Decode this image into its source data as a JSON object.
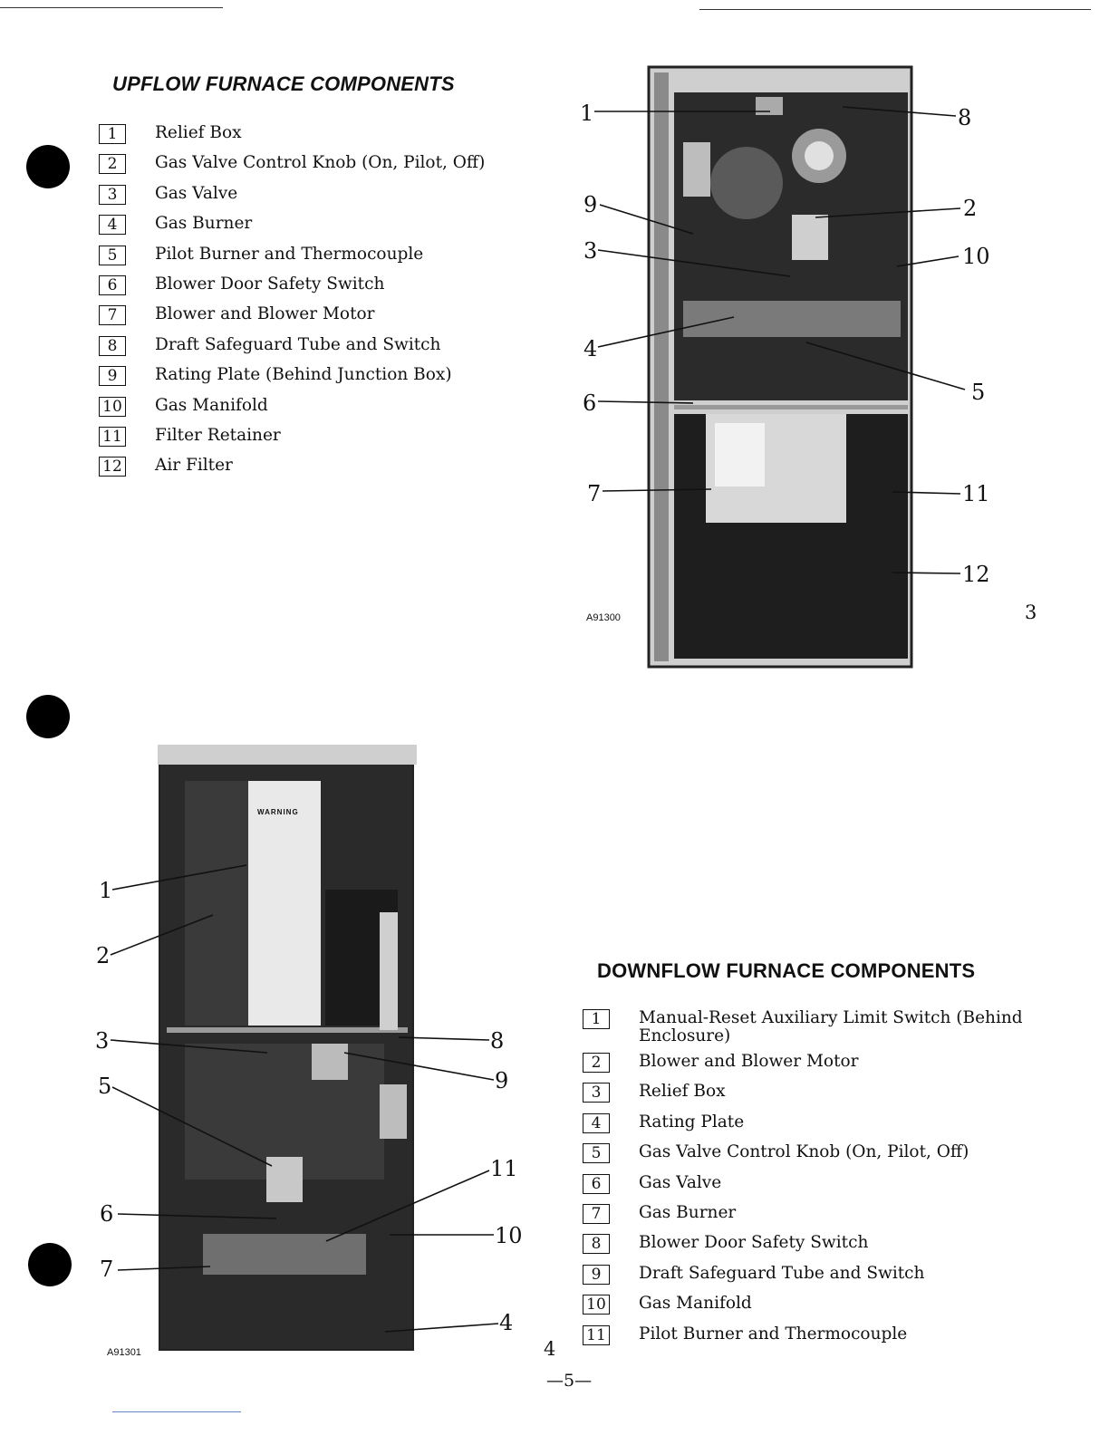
{
  "upflow": {
    "title": "UPFLOW FURNACE COMPONENTS",
    "items": [
      {
        "num": "1",
        "label": "Relief Box"
      },
      {
        "num": "2",
        "label": "Gas Valve Control Knob (On, Pilot, Off)"
      },
      {
        "num": "3",
        "label": "Gas Valve"
      },
      {
        "num": "4",
        "label": "Gas Burner"
      },
      {
        "num": "5",
        "label": "Pilot Burner and Thermocouple"
      },
      {
        "num": "6",
        "label": "Blower Door Safety Switch"
      },
      {
        "num": "7",
        "label": "Blower and Blower Motor"
      },
      {
        "num": "8",
        "label": "Draft Safeguard Tube and Switch"
      },
      {
        "num": "9",
        "label": "Rating Plate (Behind Junction Box)"
      },
      {
        "num": "10",
        "label": "Gas Manifold"
      },
      {
        "num": "11",
        "label": "Filter Retainer"
      },
      {
        "num": "12",
        "label": "Air Filter"
      }
    ],
    "figure_code": "A91300",
    "figure_number": "3"
  },
  "downflow": {
    "title": "DOWNFLOW FURNACE COMPONENTS",
    "items": [
      {
        "num": "1",
        "label": "Manual-Reset Auxiliary Limit Switch (Behind Enclosure)"
      },
      {
        "num": "2",
        "label": "Blower and Blower Motor"
      },
      {
        "num": "3",
        "label": "Relief Box"
      },
      {
        "num": "4",
        "label": "Rating Plate"
      },
      {
        "num": "5",
        "label": "Gas Valve Control Knob (On, Pilot, Off)"
      },
      {
        "num": "6",
        "label": "Gas Valve"
      },
      {
        "num": "7",
        "label": "Gas Burner"
      },
      {
        "num": "8",
        "label": "Blower Door Safety Switch"
      },
      {
        "num": "9",
        "label": "Draft Safeguard Tube and Switch"
      },
      {
        "num": "10",
        "label": "Gas Manifold"
      },
      {
        "num": "11",
        "label": "Pilot Burner and Thermocouple"
      }
    ],
    "figure_code": "A91301",
    "figure_number": "4",
    "warning_label": "WARNING"
  },
  "upflow_callouts": [
    "1",
    "8",
    "9",
    "2",
    "3",
    "10",
    "4",
    "5",
    "6",
    "7",
    "11",
    "12"
  ],
  "downflow_callouts": [
    "1",
    "2",
    "3",
    "8",
    "5",
    "9",
    "11",
    "6",
    "10",
    "7",
    "4"
  ],
  "page_number": "—5—"
}
